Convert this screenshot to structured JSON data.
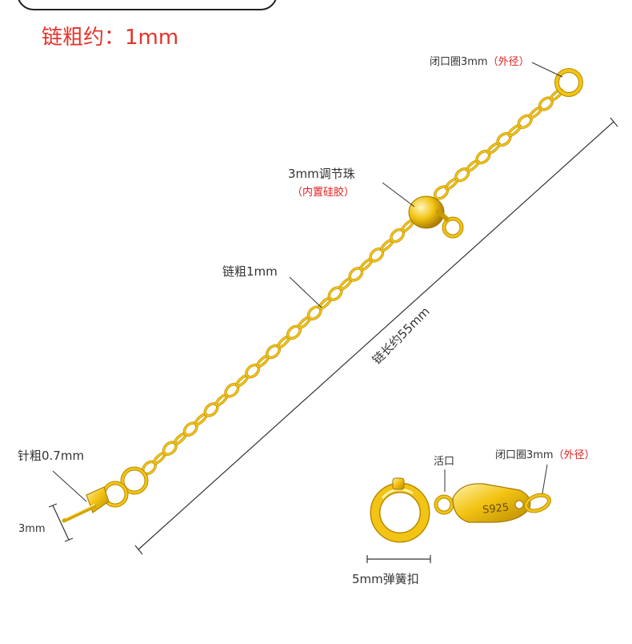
{
  "header": {
    "gauge_label": "链粗约：",
    "gauge_value": "1mm"
  },
  "labels": {
    "top_ring_name": "闭口圈3mm",
    "top_ring_note": "（外径）",
    "bead_name": "3mm调节珠",
    "bead_note": "（内置硅胶）",
    "chain_thickness": "链粗1mm",
    "chain_length": "链长约55mm",
    "pin_thickness": "针粗0.7mm",
    "pin_length": "3mm",
    "open_ring": "活口",
    "clasp_ring_name": "闭口圈3mm",
    "clasp_ring_note": "（外径）",
    "clasp_size": "5mm弹簧扣",
    "tag_stamp": "S925"
  },
  "colors": {
    "gold": "#f2c414",
    "gold_dark": "#b98a00",
    "gold_light": "#fff2a8",
    "label_red": "#e02020",
    "line": "#333333"
  }
}
